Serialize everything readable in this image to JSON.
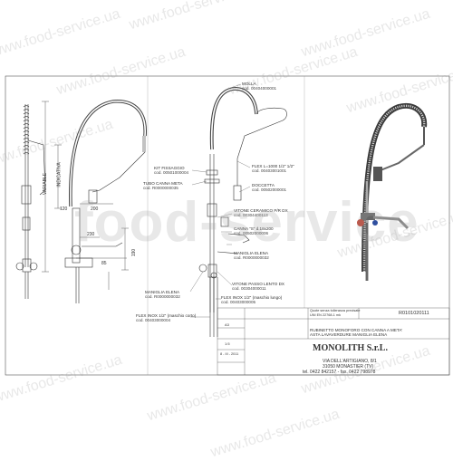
{
  "watermark": {
    "small_text": "www.food-service.ua",
    "big_text": "food-service"
  },
  "dimensions": {
    "variable": "VARIABLE",
    "indicative": "INDICATIVA",
    "d120": "120",
    "d200": "200",
    "d230": "230",
    "d190": "190",
    "d85": "85"
  },
  "parts": [
    {
      "key": "molla",
      "name": "MOLLA",
      "code": "cod. 00404000001"
    },
    {
      "key": "kit",
      "name": "KIT FISSAGGIO",
      "code": "cod. 00501000004"
    },
    {
      "key": "flex_l",
      "name": "FLEX L=1000 1/2\" 1/2\"",
      "code": "cod. 00403001001"
    },
    {
      "key": "tubo",
      "name": "TUBO CANNA META",
      "code": "cod. R0000000035"
    },
    {
      "key": "doccetta",
      "name": "DOCCETTA",
      "code": "cod. 00502000001"
    },
    {
      "key": "vitone",
      "name": "VITONE CERAMICO P/R DX",
      "code": "cod. 00304400113"
    },
    {
      "key": "canna",
      "name": "CANNA \"S\" d.18x200",
      "code": "cod. 00502000006"
    },
    {
      "key": "maniglia_elena_r",
      "name": "MANIGLIA ELENA",
      "code": "cod. R0000000032"
    },
    {
      "key": "vitone_passo",
      "name": "VITONE PASSO LENTO DX",
      "code": "cod. 00304000011"
    },
    {
      "key": "maniglia_elena_l",
      "name": "MANIGLIA ELENA",
      "code": "cod. R0000000032"
    },
    {
      "key": "flex_inox_lungo",
      "name": "FLEX INOX 1/2\" (maschio lungo)",
      "code": "cod. 00403000005"
    },
    {
      "key": "flex_inox_corto",
      "name": "FLEX INOX 1/2\" (maschio corto)",
      "code": "cod. 00403000004"
    }
  ],
  "title_block": {
    "note1": "Quote senza tolleranza precisate",
    "note2": "UNI EN 22768-1 mk",
    "drawing_number": "R0101020111",
    "description_line1": "RUBINETTO MONOFORO CON CANNA A META'",
    "description_line2": "ASTA LAVAVERDURE MANIGLIA ELENA",
    "company": "MONOLITH S.r.L.",
    "address1": "VIA DELL'ARTIGIANO, 8/1",
    "address2": "31050 MONASTIER (TV)",
    "phone": "tel. 0422 842157 - fax. 0422 798978",
    "scale": "1:5",
    "date": "8 - III - 2011",
    "format": "A3"
  }
}
